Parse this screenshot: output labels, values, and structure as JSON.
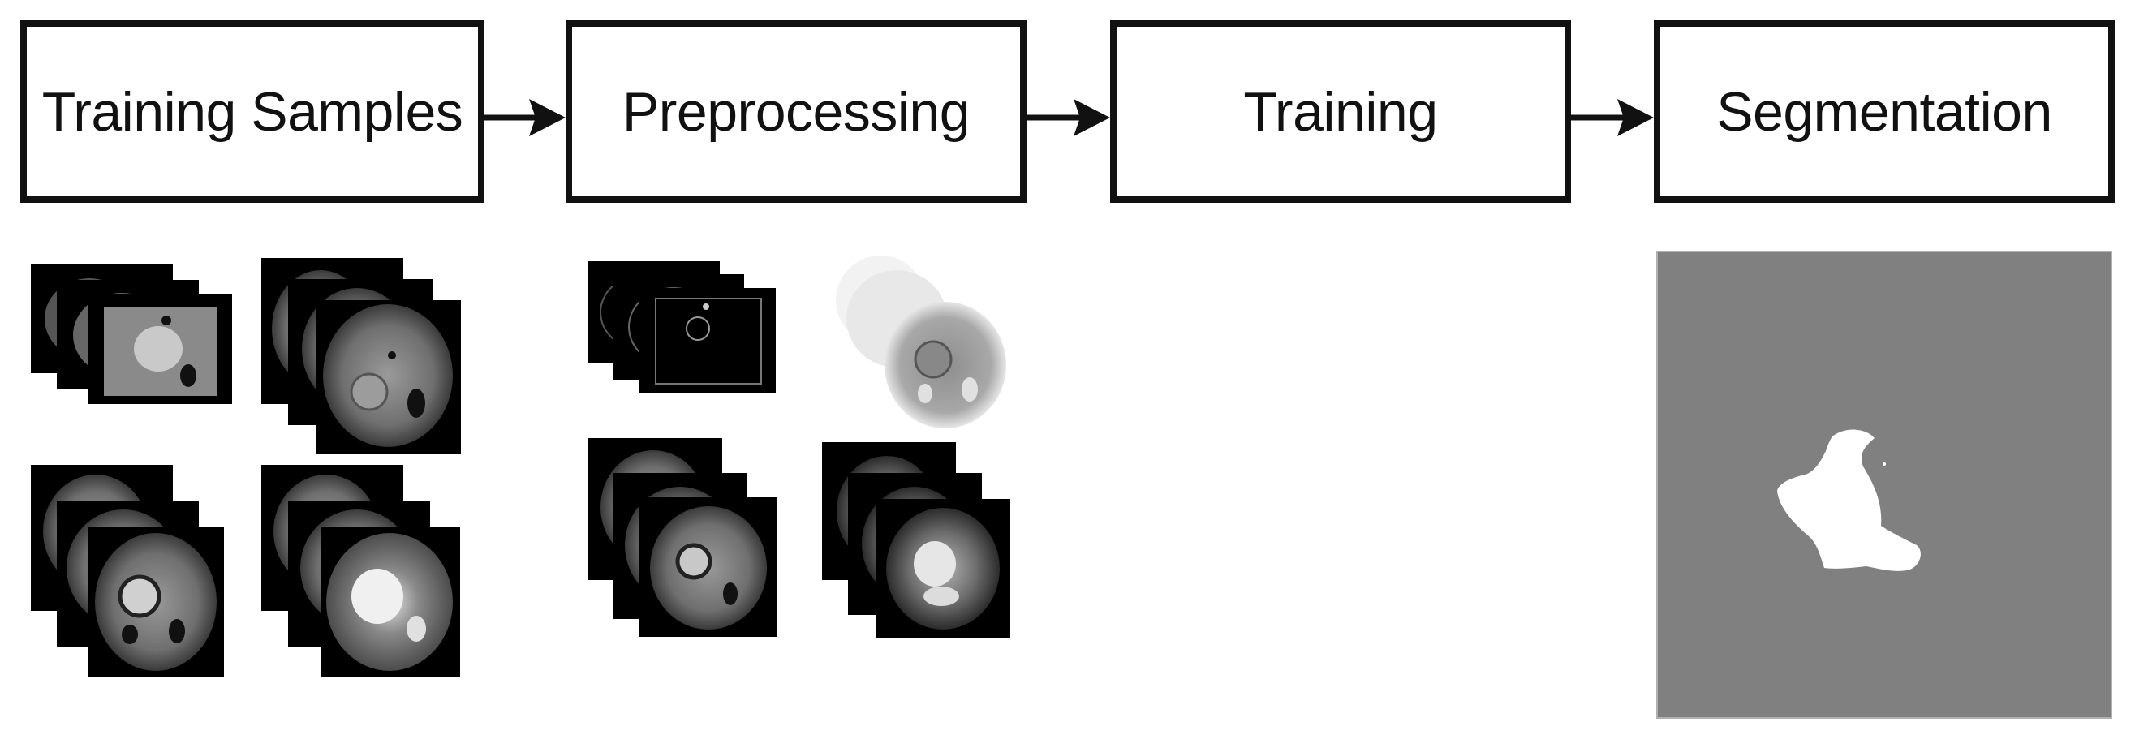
{
  "pipeline": {
    "steps": [
      {
        "label": "Training Samples"
      },
      {
        "label": "Preprocessing"
      },
      {
        "label": "Training"
      },
      {
        "label": "Segmentation"
      }
    ]
  },
  "colors": {
    "box_border": "#111111",
    "slice_background": "#000000",
    "brain_tissue": "#6e6e6e",
    "segmentation_background": "#808080",
    "segmentation_mask": "#ffffff"
  }
}
